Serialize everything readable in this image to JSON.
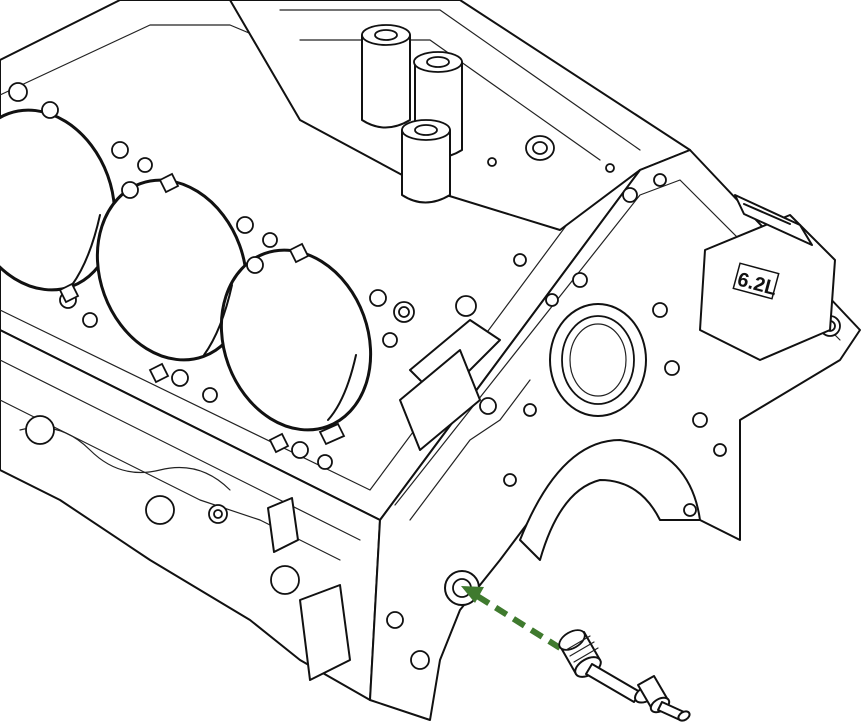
{
  "diagram": {
    "casting_mark": "6.2L",
    "colors": {
      "line": "#111111",
      "background": "#ffffff",
      "arrow": "#3f7a2e"
    },
    "parts": [
      {
        "name": "engine-block",
        "icon": "v8-engine-block-illustration"
      },
      {
        "name": "oil-gallery-plug",
        "icon": "threaded-plug-with-shaft"
      },
      {
        "name": "install-arrow",
        "icon": "dashed-green-arrow"
      }
    ]
  }
}
